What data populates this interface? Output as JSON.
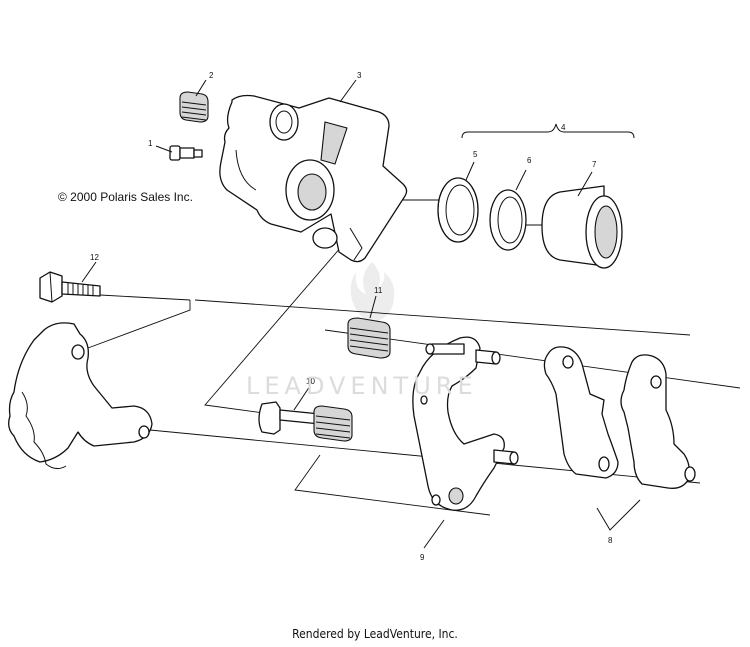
{
  "copyright": "© 2000 Polaris Sales Inc.",
  "watermark": "LEADVENTURE",
  "footer": "Rendered by LeadVenture, Inc.",
  "callouts": {
    "c1": "1",
    "c2": "2",
    "c3": "3",
    "c4": "4",
    "c5": "5",
    "c6": "6",
    "c7": "7",
    "c8": "8",
    "c9": "9",
    "c10": "10",
    "c11": "11",
    "c12": "12"
  }
}
